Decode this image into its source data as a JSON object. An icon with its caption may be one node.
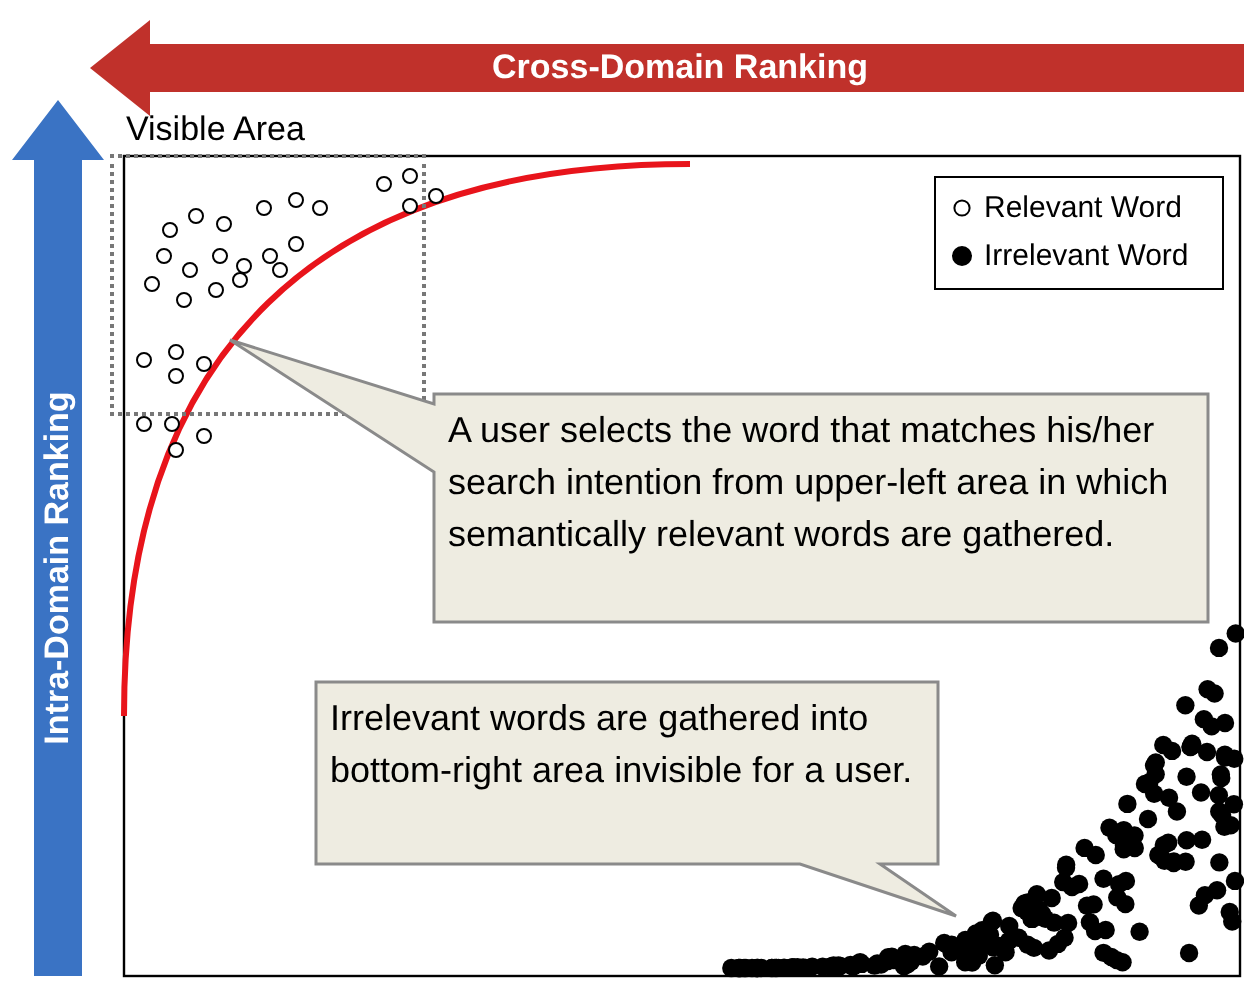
{
  "diagram": {
    "nodes": [
      {
        "text": [
          "Visible Area"
        ]
      },
      {
        "text": [
          "A user selects the word that matches his/her search intention from upper-left area in which semantically relevant words are gathered."
        ]
      },
      {
        "text": [
          "Irrelevant words are gathered into bottom-right area invisible for a user."
        ]
      }
    ],
    "labels": [
      "Cross-Domain Ranking",
      "Intra-Domain Ranking"
    ],
    "legend": [
      {
        "text": "Relevant Word"
      },
      {
        "text": "Irrelevant Word"
      }
    ]
  }
}
